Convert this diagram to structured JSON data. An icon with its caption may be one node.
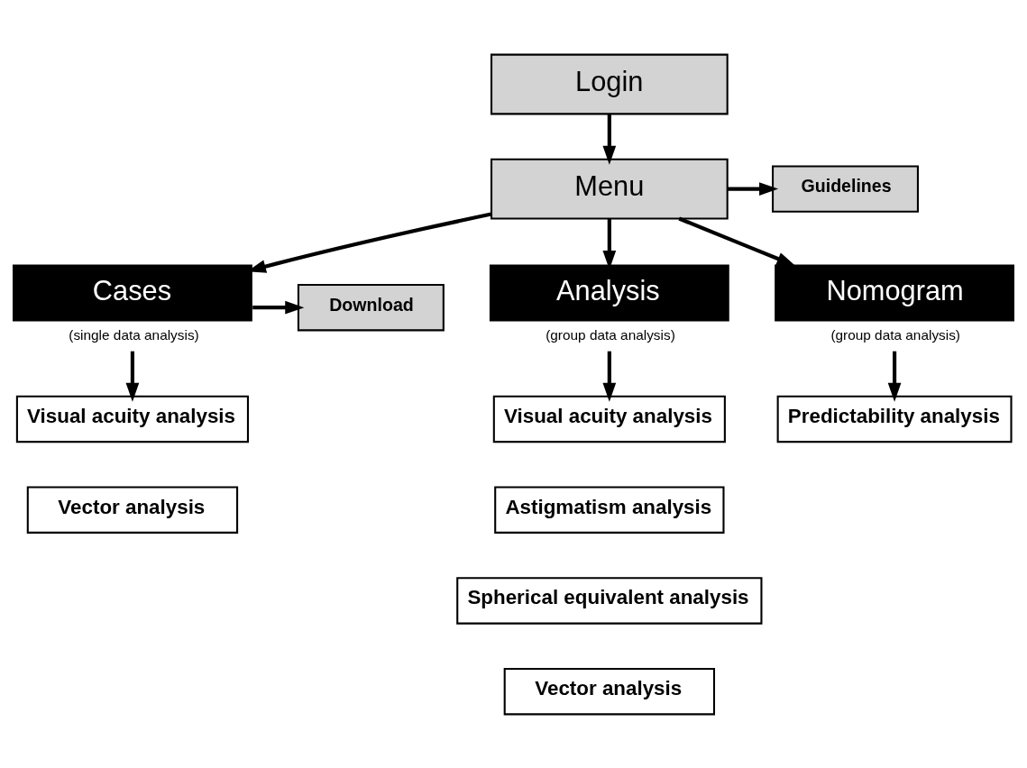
{
  "diagram": {
    "nodes": [
      {
        "text": [
          "Login"
        ]
      },
      {
        "text": [
          "Menu"
        ]
      },
      {
        "text": [
          "Guidelines"
        ]
      },
      {
        "text": [
          "Cases"
        ],
        "beside": [
          "(single data analysis)"
        ]
      },
      {
        "text": [
          "Analysis"
        ],
        "beside": [
          "(group data analysis)"
        ]
      },
      {
        "text": [
          "Nomogram"
        ],
        "beside": [
          "(group data analysis)"
        ]
      },
      {
        "text": [
          "Download"
        ]
      },
      {
        "text": [
          "Visual acuity analysis"
        ]
      },
      {
        "text": [
          "Vector analysis"
        ]
      },
      {
        "text": [
          "Visual acuity analysis"
        ]
      },
      {
        "text": [
          "Astigmatism analysis"
        ]
      },
      {
        "text": [
          "Spherical equivalent analysis"
        ]
      },
      {
        "text": [
          "Vector analysis"
        ]
      },
      {
        "text": [
          "Predictability analysis"
        ]
      }
    ],
    "edges": [
      {
        "from": 0,
        "to": 1,
        "arrow": "to"
      },
      {
        "from": 1,
        "to": 2,
        "arrow": "to"
      },
      {
        "from": 1,
        "to": 3,
        "arrow": "to"
      },
      {
        "from": 1,
        "to": 4,
        "arrow": "to"
      },
      {
        "from": 1,
        "to": 5,
        "arrow": "to"
      },
      {
        "from": 3,
        "to": 6,
        "arrow": "to"
      },
      {
        "from": 3,
        "to": 7,
        "arrow": "to"
      },
      {
        "from": 4,
        "to": 9,
        "arrow": "to"
      },
      {
        "from": 5,
        "to": 13,
        "arrow": "to"
      }
    ]
  }
}
